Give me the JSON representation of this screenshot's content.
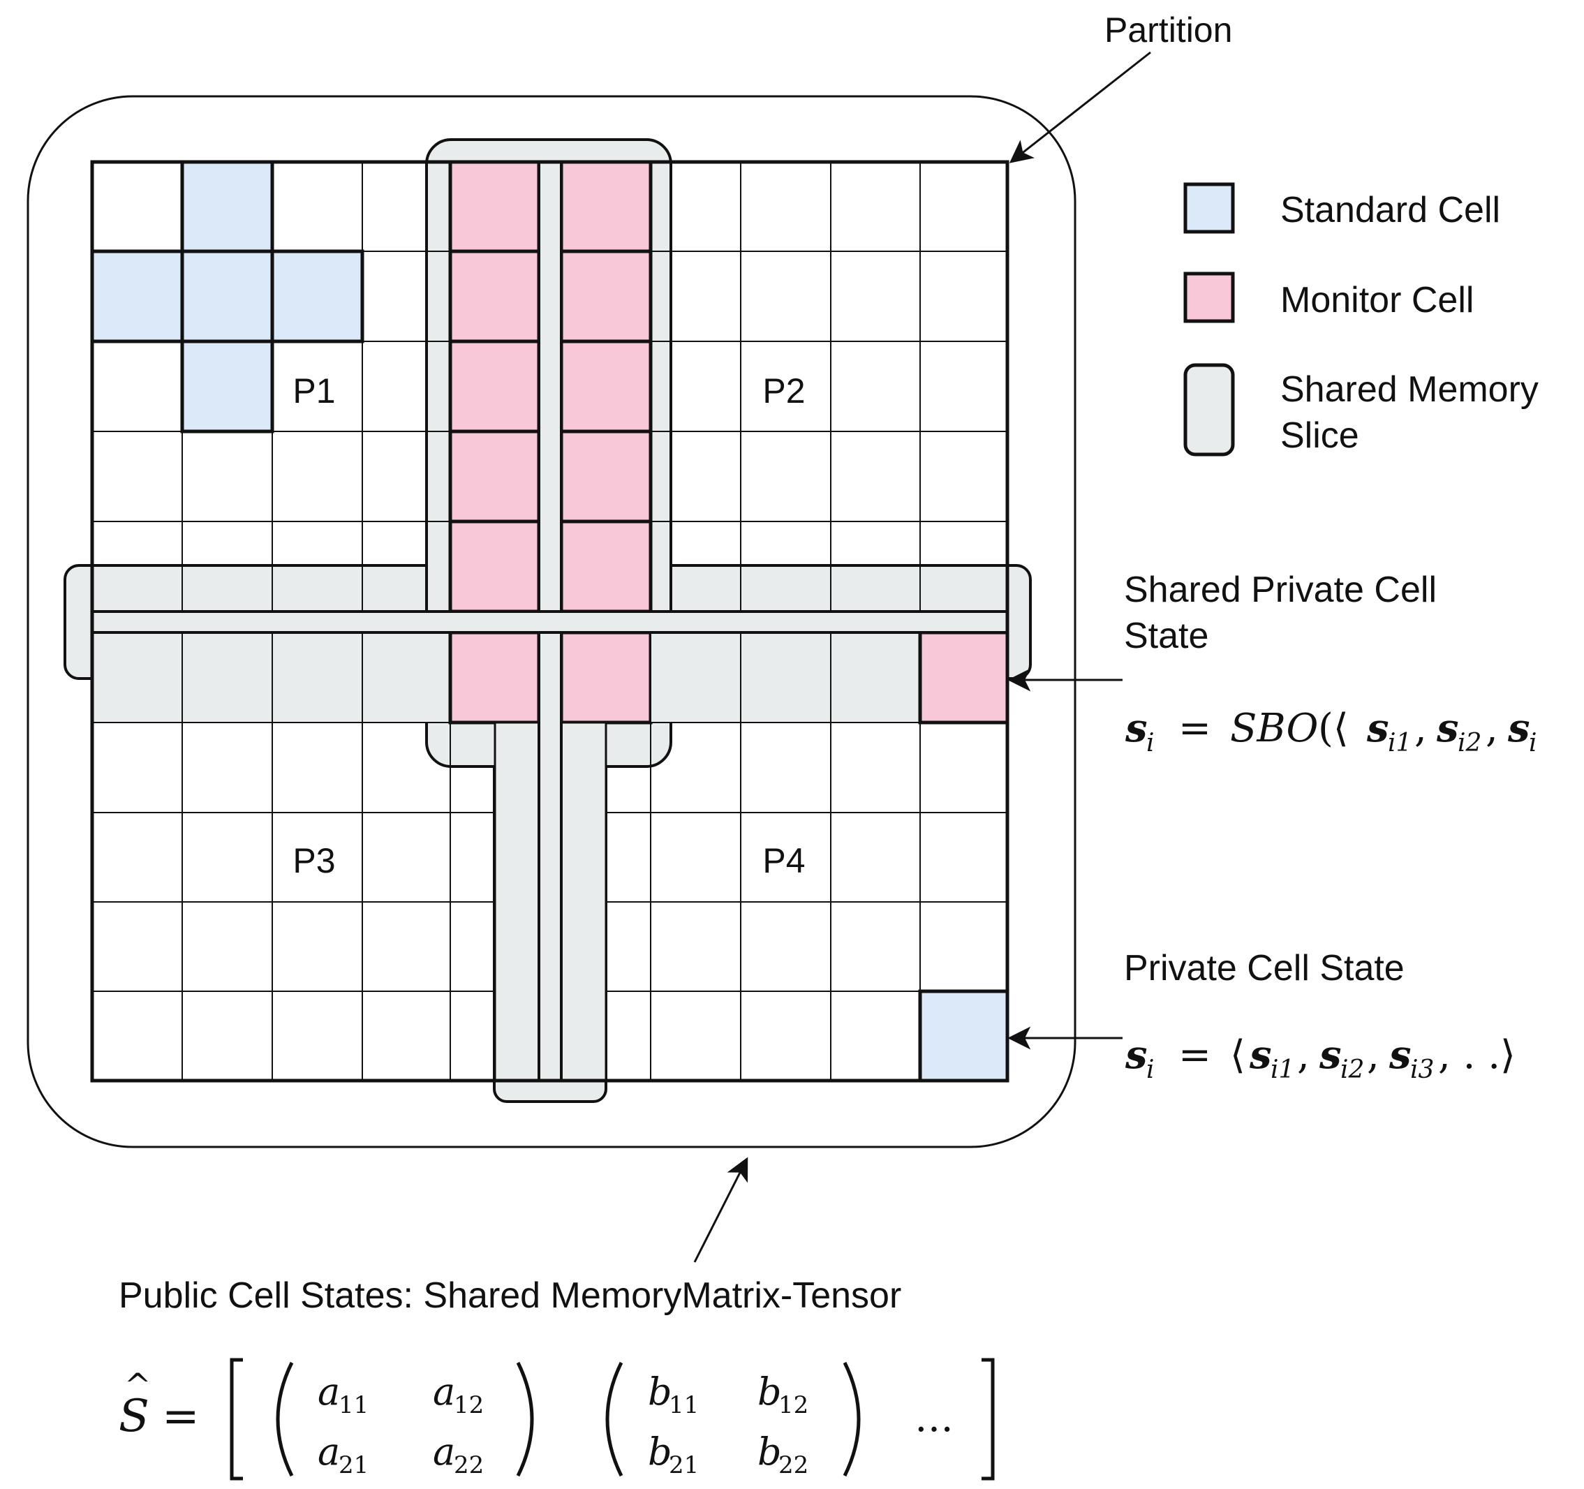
{
  "labels": {
    "partition": "Partition",
    "p1": "P1",
    "p2": "P2",
    "p3": "P3",
    "p4": "P4",
    "shared_private_line1": "Shared Private Cell",
    "shared_private_line2": "State",
    "private_state": "Private Cell State",
    "public_states": "Public Cell States: Shared MemoryMatrix-Tensor"
  },
  "legend": {
    "standard": "Standard Cell",
    "monitor": "Monitor Cell",
    "shared_line1": "Shared Memory",
    "shared_line2": "Slice"
  },
  "formulas": {
    "shared_private": "s_i = SBO(⟨s_i1, s_i2, s_i",
    "private": "s_i = ⟨s_i1, s_i2, s_i3, . .⟩",
    "public": "Ŝ = [ (a11 a12; a21 a22) (b11 b12; b21 b22) … ]"
  },
  "colors": {
    "standard_cell": "#dbe9f8",
    "monitor_cell": "#f8c8d8",
    "shared_slice": "#e8ecec",
    "line": "#111111"
  }
}
